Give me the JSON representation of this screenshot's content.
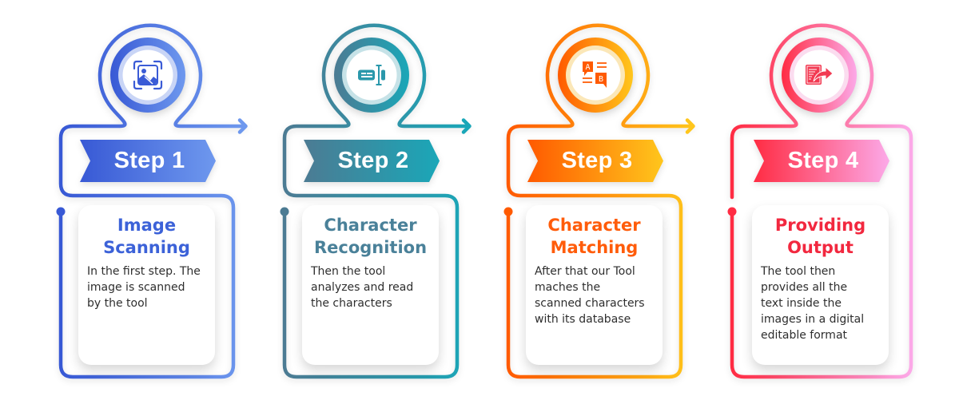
{
  "steps": [
    {
      "step_label": "Step 1",
      "title_lines": [
        "Image",
        "Scanning"
      ],
      "description_lines": [
        "In the first step. The",
        "image is scanned",
        "by the tool"
      ],
      "icon": "image-scan-icon",
      "colors": {
        "start": "#3859d5",
        "end": "#6e98ee",
        "title": "#3c62d8",
        "pale": "#c9d5f6",
        "icon": "#3a5bd6"
      }
    },
    {
      "step_label": "Step 2",
      "title_lines": [
        "Character",
        "Recognition"
      ],
      "description_lines": [
        "Then the tool",
        "analyzes and read",
        "the characters"
      ],
      "icon": "text-field-icon",
      "colors": {
        "start": "#4c7b93",
        "end": "#1aa7b8",
        "title": "#4a8199",
        "pale": "#c6e2e7",
        "icon": "#2a98ab"
      }
    },
    {
      "step_label": "Step 3",
      "title_lines": [
        "Character",
        "Matching"
      ],
      "description_lines": [
        "After that our Tool",
        "maches the",
        "scanned characters",
        "with its database"
      ],
      "icon": "translate-ab-icon",
      "icon_text": [
        "A",
        "B"
      ],
      "colors": {
        "start": "#ff5a00",
        "end": "#ffc61c",
        "title": "#ff5c0a",
        "pale": "#fbe7b8",
        "icon": "#ff5a00"
      }
    },
    {
      "step_label": "Step 4",
      "title_lines": [
        "Providing",
        "Output"
      ],
      "description_lines": [
        "The tool then",
        "provides all the",
        "text inside the",
        "images in a digital",
        "editable format"
      ],
      "icon": "document-export-icon",
      "colors": {
        "start": "#ff2c43",
        "end": "#fca9e8",
        "title": "#f2283f",
        "pale": "#fbdcef",
        "icon": "#f23a52"
      }
    }
  ]
}
